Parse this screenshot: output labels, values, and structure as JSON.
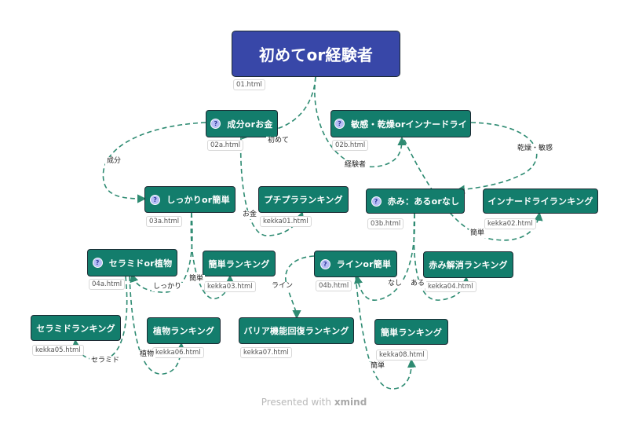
{
  "colors": {
    "root": "#3847a8",
    "node": "#137d6c",
    "edge": "#2e8b72"
  },
  "root": {
    "label": "初めてor経験者",
    "file": "01.html"
  },
  "nodes": {
    "n02a": {
      "label": "成分orお金",
      "file": "02a.html",
      "icon": "question-icon"
    },
    "n02b": {
      "label": "敏感・乾燥orインナードライ",
      "file": "02b.html",
      "icon": "question-icon"
    },
    "n03a": {
      "label": "しっかりor簡単",
      "file": "03a.html",
      "icon": "question-icon"
    },
    "n03b": {
      "label": "赤み：あるorなし",
      "file": "03b.html",
      "icon": "question-icon"
    },
    "n04a": {
      "label": "セラミドor植物",
      "file": "04a.html",
      "icon": "question-icon"
    },
    "n04b": {
      "label": "ラインor簡単",
      "file": "04b.html",
      "icon": "question-icon"
    },
    "k01": {
      "label": "プチプラランキング",
      "file": "kekka01.html"
    },
    "k02": {
      "label": "インナードライランキング",
      "file": "kekka02.html"
    },
    "k03": {
      "label": "簡単ランキング",
      "file": "kekka03.html"
    },
    "k04": {
      "label": "赤み解消ランキング",
      "file": "kekka04.html"
    },
    "k05": {
      "label": "セラミドランキング",
      "file": "kekka05.html"
    },
    "k06": {
      "label": "植物ランキング",
      "file": "kekka06.html"
    },
    "k07": {
      "label": "バリア機能回復ランキング",
      "file": "kekka07.html"
    },
    "k08": {
      "label": "簡単ランキング",
      "file": "kekka08.html"
    }
  },
  "edge_labels": {
    "hajimete": "初めて",
    "keikensha": "経験者",
    "seibun": "成分",
    "okane": "お金",
    "kansou_binkan": "乾燥・敏感",
    "kantan_a": "簡単",
    "kantan_b": "簡単",
    "shikkari": "しっかり",
    "nashi": "なし",
    "aru": "ある",
    "line": "ライン",
    "ceramide": "セラミド",
    "shokubutsu": "植物",
    "kantan_c": "簡単"
  },
  "footer": {
    "presented": "Presented with",
    "brand": "xmind"
  }
}
